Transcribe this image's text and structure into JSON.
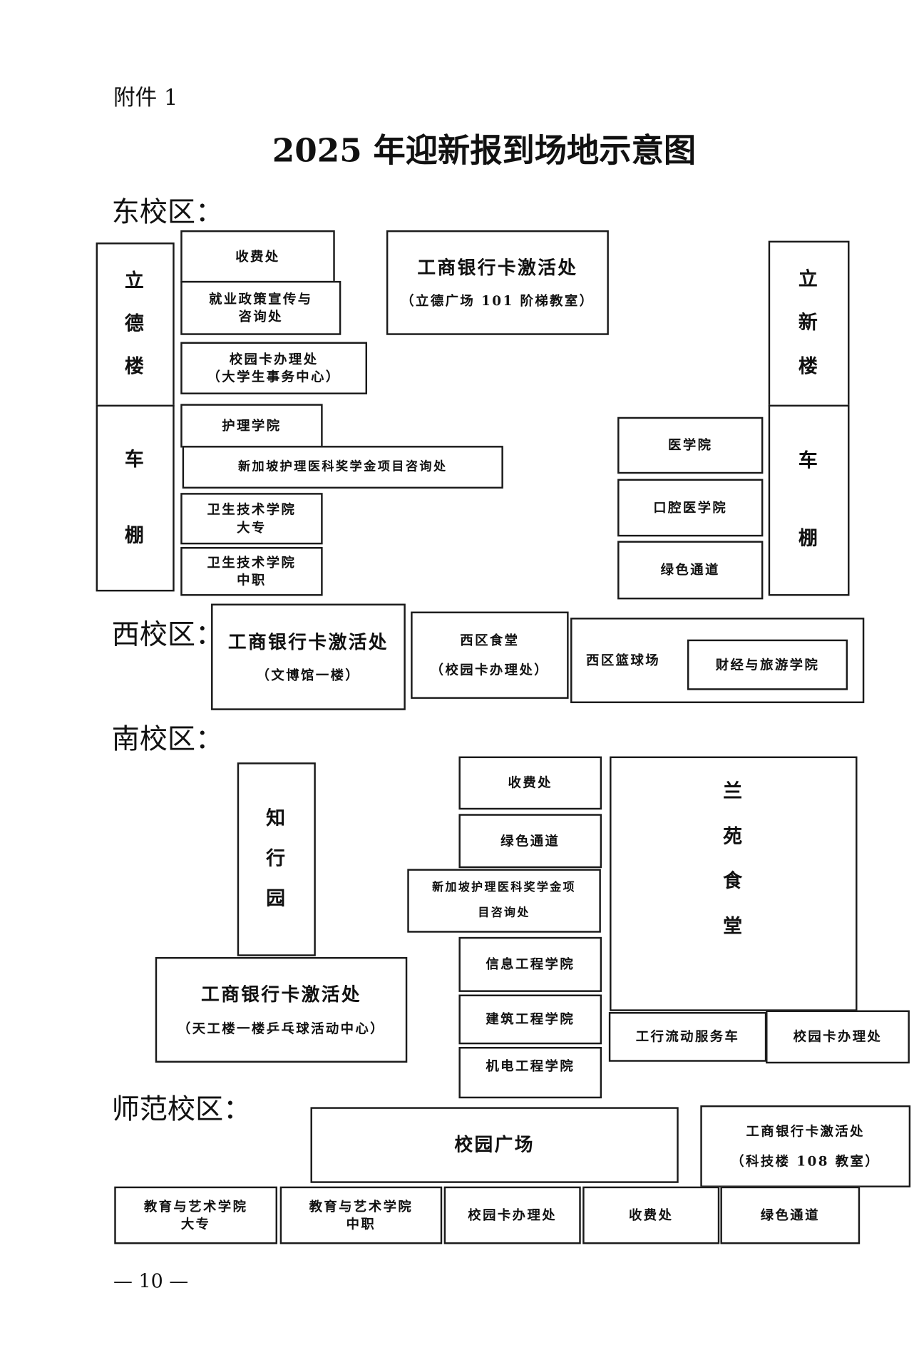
{
  "attachment": "附件 1",
  "title": "2025 年迎新报到场地示意图",
  "east": {
    "label": "东校区：",
    "lide_building": [
      "立",
      "德",
      "楼"
    ],
    "bike_shed_left": [
      "车",
      "棚"
    ],
    "fee_office": "收费处",
    "employment": "就业政策宣传与\n咨询处",
    "campus_card": "校园卡办理处\n（大学生事务中心）",
    "icbc_title": "工商银行卡激活处",
    "icbc_location": "（立德广场 101 阶梯教室）",
    "nursing": "护理学院",
    "singapore": "新加坡护理医科奖学金项目咨询处",
    "health_college": "卫生技术学院\n大专",
    "health_secondary": "卫生技术学院\n中职",
    "lixin_building": [
      "立",
      "新",
      "楼"
    ],
    "bike_shed_right": [
      "车",
      "棚"
    ],
    "medical": "医学院",
    "dental": "口腔医学院",
    "green_channel": "绿色通道"
  },
  "west": {
    "label": "西校区：",
    "icbc_title": "工商银行卡激活处",
    "icbc_location": "（文博馆一楼）",
    "canteen": "西区食堂",
    "canteen_sub": "（校园卡办理处）",
    "basketball": "西区篮球场",
    "finance_tourism": "财经与旅游学院"
  },
  "south": {
    "label": "南校区：",
    "zhixing": [
      "知",
      "行",
      "园"
    ],
    "fee_office": "收费处",
    "green_channel": "绿色通道",
    "singapore": "新加坡护理医科奖学金项\n目咨询处",
    "info_eng": "信息工程学院",
    "arch_eng": "建筑工程学院",
    "mech_eng": "机电工程学院",
    "lanyuan": [
      "兰",
      "苑",
      "食",
      "堂"
    ],
    "mobile_service": "工行流动服务车",
    "campus_card": "校园卡办理处",
    "icbc_title": "工商银行卡激活处",
    "icbc_location": "（天工楼一楼乒乓球活动中心）"
  },
  "normal": {
    "label": "师范校区：",
    "plaza": "校园广场",
    "icbc_title": "工商银行卡激活处",
    "icbc_location": "（科技楼 108 教室）",
    "edu_art_college": "教育与艺术学院\n大专",
    "edu_art_secondary": "教育与艺术学院\n中职",
    "campus_card": "校园卡办理处",
    "fee_office": "收费处",
    "green_channel": "绿色通道"
  },
  "page_number": "— 10 —"
}
